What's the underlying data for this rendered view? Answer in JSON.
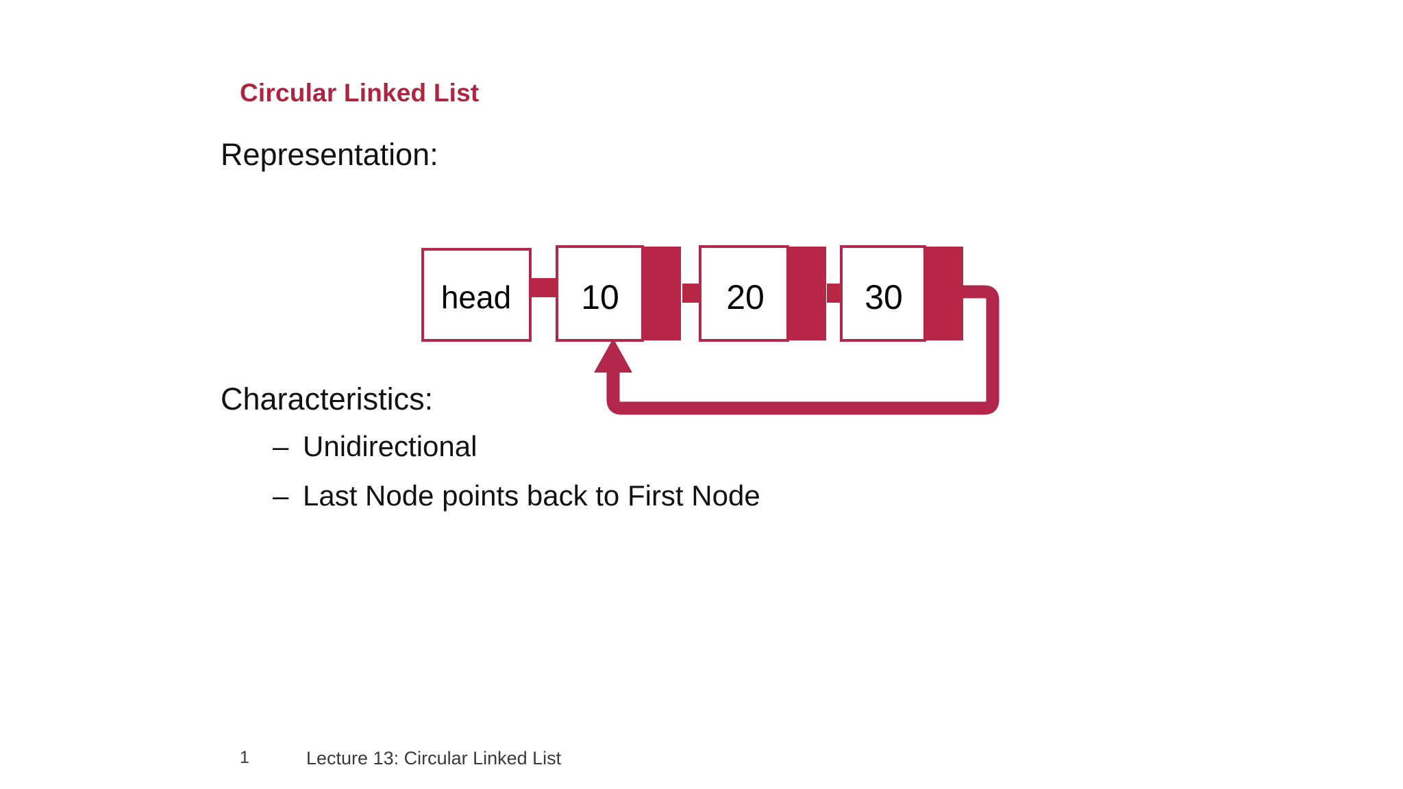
{
  "slide": {
    "title": "Circular Linked List",
    "heading_representation": "Representation:",
    "heading_characteristics": "Characteristics:",
    "bullets": [
      {
        "marker": "–",
        "text": "Unidirectional"
      },
      {
        "marker": "–",
        "text": "Last Node points back to First Node"
      }
    ],
    "footer": {
      "page_number": "1",
      "caption": "Lecture 13: Circular Linked List"
    }
  },
  "diagram": {
    "head_label": "head",
    "nodes": [
      {
        "value": "10"
      },
      {
        "value": "20"
      },
      {
        "value": "30"
      }
    ],
    "loop_description": "Last Node pointer loops back to First Node"
  },
  "colors": {
    "accent_red": "#AF2540",
    "node_fill_red": "#B82746",
    "node_border_red": "#B3284A",
    "text_black": "#111111",
    "footer_gray": "#3a3a3a",
    "background": "#ffffff"
  }
}
